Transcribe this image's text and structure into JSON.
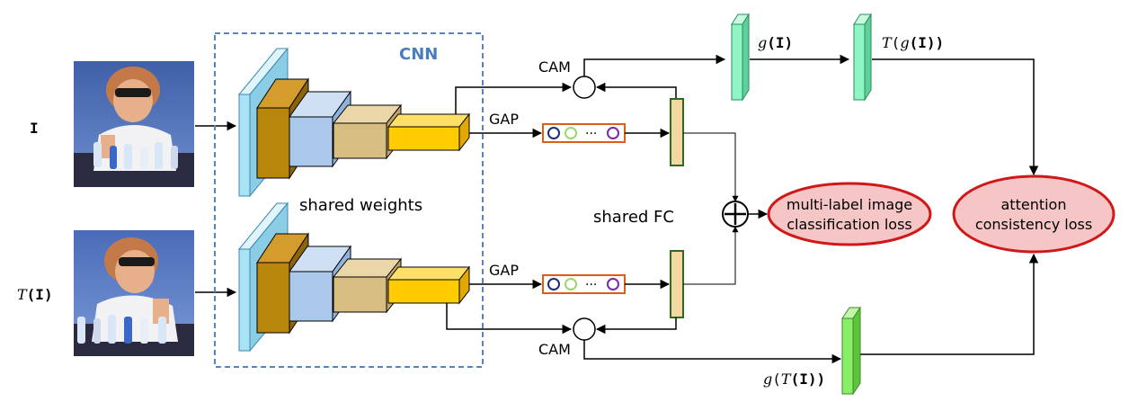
{
  "inputs": {
    "top_label": "I",
    "bottom_label_prefix": "T",
    "bottom_label_arg": "(I)"
  },
  "cnn": {
    "title": "CNN",
    "title_color": "#4a7cc0",
    "shared_weights_label": "shared weights"
  },
  "pooling": {
    "gap_top": "GAP",
    "gap_bottom": "GAP",
    "cam_top": "CAM",
    "cam_bottom": "CAM",
    "dots": "···"
  },
  "fc": {
    "shared_fc_label": "shared FC"
  },
  "heatmaps": {
    "g_I_fn": "g",
    "g_I_arg": "(I)",
    "T_g_I_fn": "T",
    "T_g_I_mid": "(",
    "T_g_I_fn2": "g",
    "T_g_I_arg": "(I))",
    "g_T_I_fn": "g",
    "g_T_I_mid": "(",
    "g_T_I_fn2": "T",
    "g_T_I_arg": "(I))"
  },
  "losses": {
    "classification_line1": "multi-label image",
    "classification_line2": "classification loss",
    "consistency_line1": "attention",
    "consistency_line2": "consistency loss"
  },
  "colors": {
    "layer1": "#a9e1f5",
    "layer2": "#b8860b",
    "layer3": "#a9c8ea",
    "layer4": "#d8bd82",
    "layer5": "#ffcc00",
    "fc_bar": "#f2d7a2",
    "heatmap_top": "#8ff5c4",
    "heatmap_bottom": "#88ee66",
    "loss_fill": "#f6c6c6",
    "loss_stroke": "#d01818",
    "gap_box_stroke": "#e05a1a"
  }
}
